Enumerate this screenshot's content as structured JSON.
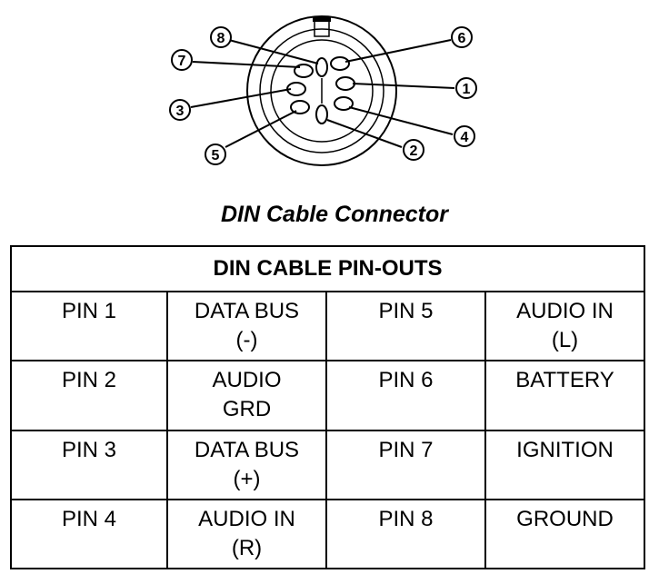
{
  "diagram": {
    "pin_labels": [
      "8",
      "6",
      "7",
      "1",
      "3",
      "4",
      "5",
      "2"
    ]
  },
  "caption": "DIN Cable Connector",
  "table": {
    "title": "DIN CABLE PIN-OUTS",
    "rows": [
      {
        "pin_a": "PIN 1",
        "desc_a": "DATA BUS\n(-)",
        "pin_b": "PIN 5",
        "desc_b": "AUDIO IN\n(L)"
      },
      {
        "pin_a": "PIN 2",
        "desc_a": "AUDIO\nGRD",
        "pin_b": "PIN 6",
        "desc_b": "BATTERY"
      },
      {
        "pin_a": "PIN 3",
        "desc_a": "DATA BUS\n(+)",
        "pin_b": "PIN 7",
        "desc_b": "IGNITION"
      },
      {
        "pin_a": "PIN 4",
        "desc_a": "AUDIO IN\n(R)",
        "pin_b": "PIN 8",
        "desc_b": "GROUND"
      }
    ]
  }
}
